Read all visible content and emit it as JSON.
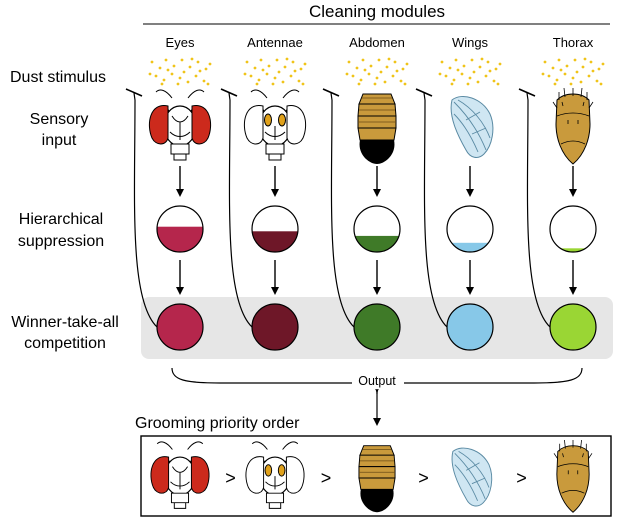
{
  "title": "Cleaning modules",
  "modules": [
    {
      "name": "Eyes",
      "color": "#b5264c",
      "suppression_fill": 0.55,
      "icon": "fly-head-red-eyes-icon"
    },
    {
      "name": "Antennae",
      "color": "#6e1728",
      "suppression_fill": 0.45,
      "icon": "fly-head-antennae-icon"
    },
    {
      "name": "Abdomen",
      "color": "#3f7a28",
      "suppression_fill": 0.35,
      "icon": "fly-abdomen-icon"
    },
    {
      "name": "Wings",
      "color": "#87c8e8",
      "suppression_fill": 0.2,
      "icon": "fly-wing-icon"
    },
    {
      "name": "Thorax",
      "color": "#9ad634",
      "suppression_fill": 0.08,
      "icon": "fly-thorax-icon"
    }
  ],
  "rows": {
    "dust": "Dust stimulus",
    "sensory_1": "Sensory",
    "sensory_2": "input",
    "suppression_1": "Hierarchical",
    "suppression_2": "suppression",
    "competition_1": "Winner-take-all",
    "competition_2": "competition"
  },
  "output_label": "Output",
  "priority_title": "Grooming priority order",
  "priority_separator": ">",
  "colors": {
    "dust": "#f0c419",
    "eye_red": "#cc2a1c",
    "antenna_orange": "#e0a11a",
    "abdomen_tan": "#c99a3c",
    "wing_blue": "#cfe6f2",
    "competition_band": "#e6e6e6"
  }
}
